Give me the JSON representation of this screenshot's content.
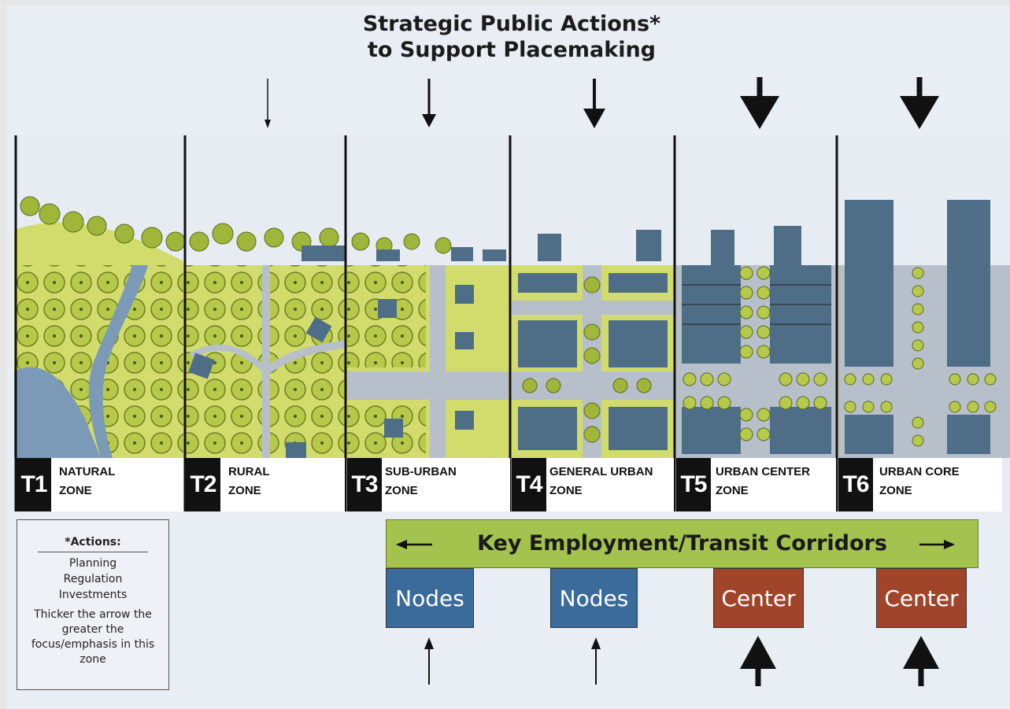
{
  "title_line1": "Strategic Public Actions*",
  "title_line2": "to Support Placemaking",
  "zones": [
    {
      "code": "T1",
      "line1": "NATURAL",
      "line2": "ZONE"
    },
    {
      "code": "T2",
      "line1": "RURAL",
      "line2": "ZONE"
    },
    {
      "code": "T3",
      "line1": "SUB-URBAN",
      "line2": "ZONE"
    },
    {
      "code": "T4",
      "line1": "GENERAL URBAN",
      "line2": "ZONE"
    },
    {
      "code": "T5",
      "line1": "URBAN CENTER",
      "line2": "ZONE"
    },
    {
      "code": "T6",
      "line1": "URBAN CORE",
      "line2": "ZONE"
    }
  ],
  "actions": {
    "heading": "*Actions:",
    "items": [
      "Planning",
      "Regulation",
      "Investments"
    ],
    "note": "Thicker the arrow the greater the focus/emphasis in this zone"
  },
  "corridor": {
    "label": "Key Employment/Transit Corridors"
  },
  "boxes": [
    "Nodes",
    "Nodes",
    "Center",
    "Center"
  ],
  "colors": {
    "node": "#3b6b9b",
    "center": "#a0442a",
    "corridor": "#a3c34e",
    "vegetation": "#c9d75a",
    "building": "#4e6e87"
  }
}
